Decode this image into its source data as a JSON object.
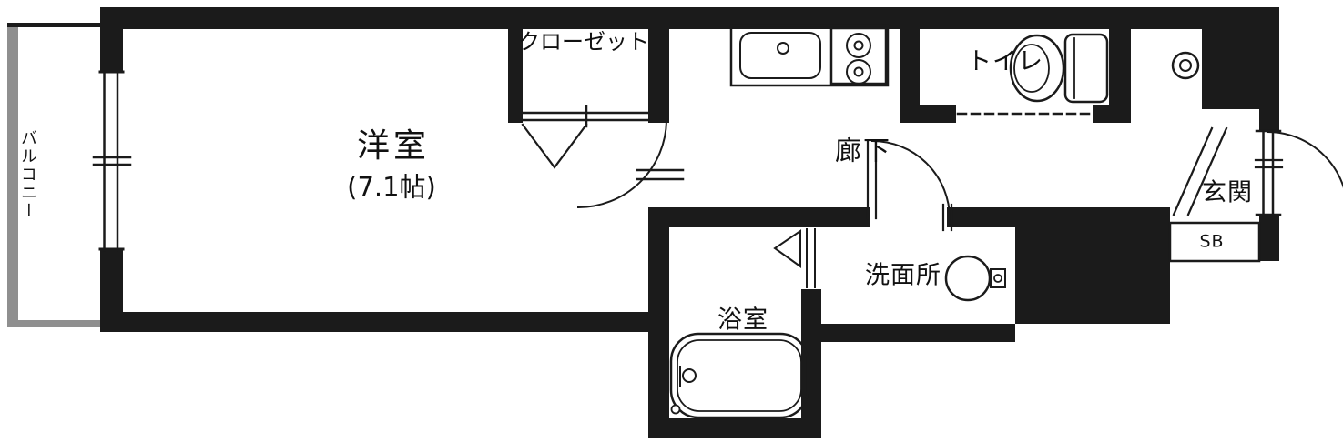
{
  "colors": {
    "wall": "#1b1b1b",
    "balcony": "#8f8f8f",
    "line": "#1b1b1b",
    "background": "#ffffff",
    "text": "#111111"
  },
  "rooms": {
    "balcony": {
      "label": "バルコニー"
    },
    "western_room": {
      "label": "洋室",
      "area": "(7.1帖)"
    },
    "closet": {
      "label": "クローゼット"
    },
    "toilet": {
      "label": "トイレ"
    },
    "hallway": {
      "label": "廊下"
    },
    "entrance": {
      "label": "玄関"
    },
    "shoebox": {
      "label": "SB"
    },
    "washroom": {
      "label": "洗面所"
    },
    "bathroom": {
      "label": "浴室"
    }
  }
}
